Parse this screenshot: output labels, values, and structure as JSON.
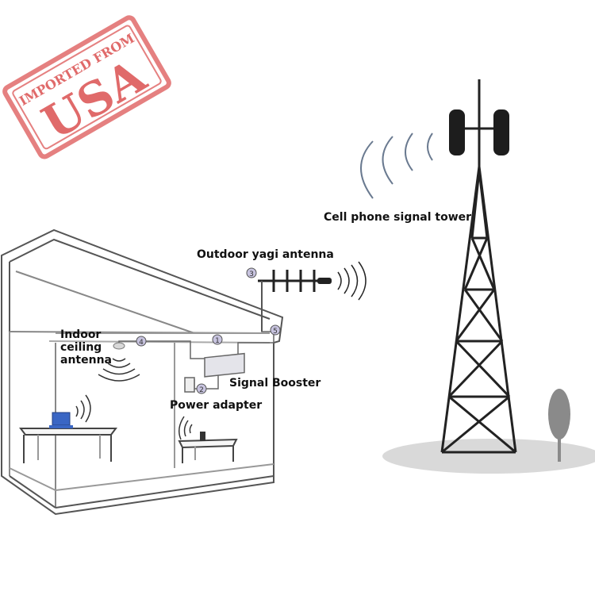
{
  "stamp": {
    "text_top": "IMPORTED FROM",
    "text_main": "USA",
    "color": "#e06a6a"
  },
  "labels": {
    "tower": "Cell phone signal tower",
    "outdoor_antenna": "Outdoor yagi antenna",
    "indoor_antenna": "Indoor\nceiling\nantenna",
    "booster": "Signal Booster",
    "power": "Power adapter"
  },
  "markers": {
    "m1": "1",
    "m2": "2",
    "m3": "3",
    "m4": "4",
    "m5": "5"
  },
  "colors": {
    "line": "#333333",
    "house_line": "#555555",
    "ground": "#d9d9d9",
    "tree": "#8a8a8a",
    "marker_fill": "#c8c4e0",
    "laptop": "#3a66c4"
  }
}
